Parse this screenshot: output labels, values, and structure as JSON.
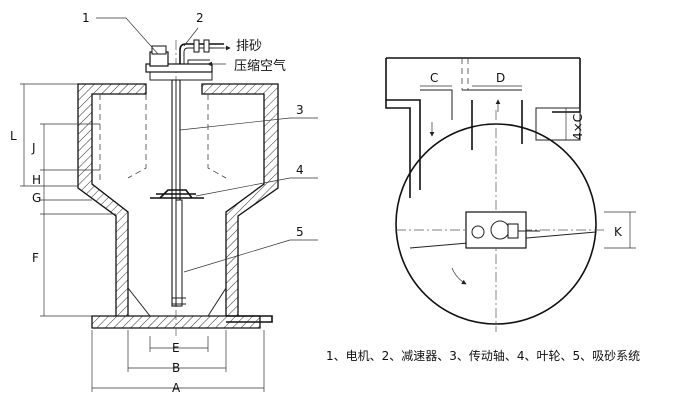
{
  "callouts": {
    "c1": "1",
    "c2": "2",
    "c3": "3",
    "c4": "4",
    "c5": "5"
  },
  "pipe_labels": {
    "sand_discharge": "排砂",
    "compressed_air": "压缩空气"
  },
  "dimensions": {
    "L": "L",
    "J": "J",
    "H": "H",
    "G": "G",
    "F": "F",
    "E": "E",
    "B": "B",
    "A": "A",
    "C": "C",
    "D": "D",
    "four_c": "4×C",
    "K": "K"
  },
  "legend": "1、电机、2、减速器、3、传动轴、4、叶轮、5、吸砂系统"
}
